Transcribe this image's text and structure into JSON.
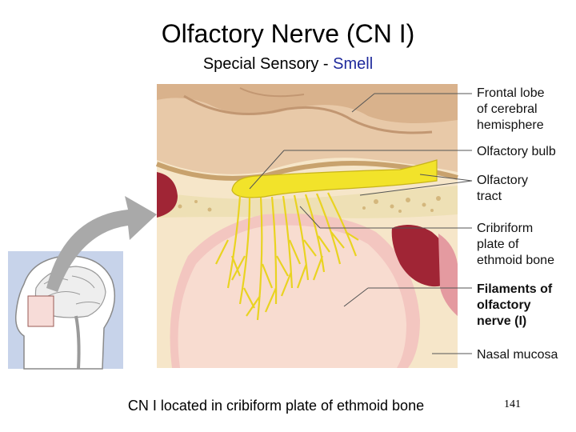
{
  "slide": {
    "title": "Olfactory Nerve (CN I)",
    "subtitle_prefix": "Special Sensory - ",
    "subtitle_accent": "Smell",
    "caption": "CN I located in cribiform plate of ethmoid bone",
    "page_number": "141"
  },
  "labels": {
    "frontal_lobe": [
      "Frontal lobe",
      "of cerebral",
      "hemisphere"
    ],
    "olfactory_bulb": [
      "Olfactory bulb"
    ],
    "olfactory_tract": [
      "Olfactory",
      "tract"
    ],
    "cribriform_plate": [
      "Cribriform",
      "plate of",
      "ethmoid bone"
    ],
    "filaments": [
      "Filaments of",
      "olfactory",
      "nerve (I)"
    ],
    "nasal_mucosa": [
      "Nasal mucosa"
    ]
  },
  "colors": {
    "accent": "#1f2a9c",
    "nerve_yellow": "#f2e32a",
    "brain_tan": "#e8c9a8",
    "mucosa_pink": "#f3c6c0",
    "sinus_red": "#a02535",
    "inset_blue": "#c7d3ea"
  }
}
